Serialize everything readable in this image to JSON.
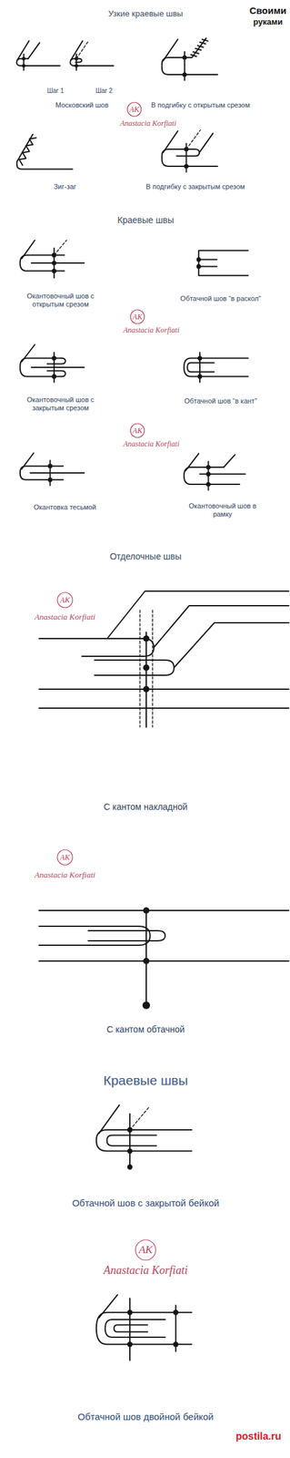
{
  "diagram": {
    "title": "Узкие краевые швы",
    "labels": [
      "Своими",
      "руками",
      "Шаг 1",
      "Шаг 2",
      "Московский шов",
      "В подгибку с открытым срезом",
      "AK",
      "Anastacia Korfiati",
      "Зиг-заг",
      "В подгибку с закрытым срезом",
      "Краевые швы",
      "Окантовочный шов с открытым срезом",
      "Обтачной шов “в раскол”",
      "AK",
      "Anastacia Korfiati",
      "Окантовочный шов с закрытым срезом",
      "Обтачной шов “в кант”",
      "AK",
      "Anastacia Korfiati",
      "Окантовка тесьмой",
      "Окантовочный шов в рамку",
      "Отделочные швы",
      "AK",
      "Anastacia Korfiati",
      "С кантом накладной",
      "AK",
      "Anastacia Korfiati",
      "С кантом обтачной",
      "Краевые швы",
      "Обтачной шов с закрытой бейкой",
      "AK",
      "Anastacia Korfiati",
      "Обтачной шов двойной бейкой",
      "postila.ru"
    ]
  }
}
